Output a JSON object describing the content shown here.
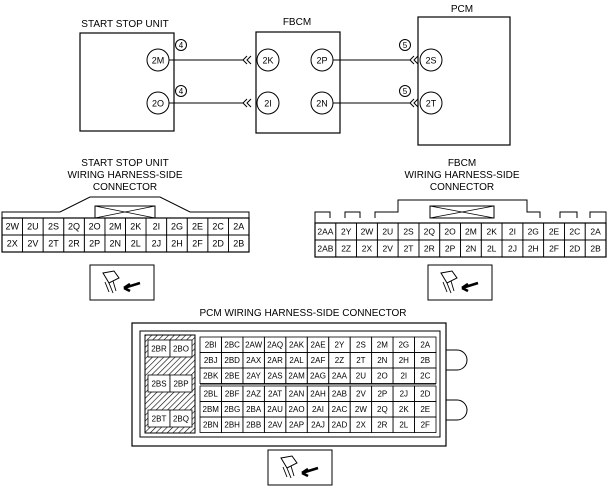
{
  "units": {
    "start_stop": "START STOP UNIT",
    "fbcm": "FBCM",
    "pcm": "PCM"
  },
  "wiring": {
    "start_stop_pins": [
      "2M",
      "2O"
    ],
    "start_stop_wire_numbers": [
      "4",
      "4"
    ],
    "fbcm_left_pins": [
      "2K",
      "2I"
    ],
    "fbcm_right_pins": [
      "2P",
      "2N"
    ],
    "pcm_wire_numbers": [
      "5",
      "5"
    ],
    "pcm_pins": [
      "2S",
      "2T"
    ]
  },
  "connectors": {
    "start_stop": {
      "title": [
        "START STOP UNIT",
        "WIRING HARNESS-SIDE",
        "CONNECTOR"
      ],
      "rows": [
        [
          "2W",
          "2U",
          "2S",
          "2Q",
          "2O",
          "2M",
          "2K",
          "2I",
          "2G",
          "2E",
          "2C",
          "2A"
        ],
        [
          "2X",
          "2V",
          "2T",
          "2R",
          "2P",
          "2N",
          "2L",
          "2J",
          "2H",
          "2F",
          "2D",
          "2B"
        ]
      ]
    },
    "fbcm": {
      "title": [
        "FBCM",
        "WIRING HARNESS-SIDE",
        "CONNECTOR"
      ],
      "rows": [
        [
          "2AA",
          "2Y",
          "2W",
          "2U",
          "2S",
          "2Q",
          "2O",
          "2M",
          "2K",
          "2I",
          "2G",
          "2E",
          "2C",
          "2A"
        ],
        [
          "2AB",
          "2Z",
          "2X",
          "2V",
          "2T",
          "2R",
          "2P",
          "2N",
          "2L",
          "2J",
          "2H",
          "2F",
          "2D",
          "2B"
        ]
      ]
    },
    "pcm": {
      "title": "PCM WIRING HARNESS-SIDE CONNECTOR",
      "left_pins": [
        [
          "2BR",
          "2BO"
        ],
        [
          "2BS",
          "2BP"
        ],
        [
          "2BT",
          "2BQ"
        ]
      ],
      "upper_rows": [
        [
          "2BI",
          "2BC",
          "2AW",
          "2AQ",
          "2AK",
          "2AE",
          "2Y",
          "2S",
          "2M",
          "2G",
          "2A"
        ],
        [
          "2BJ",
          "2BD",
          "2AX",
          "2AR",
          "2AL",
          "2AF",
          "2Z",
          "2T",
          "2N",
          "2H",
          "2B"
        ],
        [
          "2BK",
          "2BE",
          "2AY",
          "2AS",
          "2AM",
          "2AG",
          "2AA",
          "2U",
          "2O",
          "2I",
          "2C"
        ]
      ],
      "lower_rows": [
        [
          "2BL",
          "2BF",
          "2AZ",
          "2AT",
          "2AN",
          "2AH",
          "2AB",
          "2V",
          "2P",
          "2J",
          "2D"
        ],
        [
          "2BM",
          "2BG",
          "2BA",
          "2AU",
          "2AO",
          "2AI",
          "2AC",
          "2W",
          "2Q",
          "2K",
          "2E"
        ],
        [
          "2BN",
          "2BH",
          "2BB",
          "2AV",
          "2AP",
          "2AJ",
          "2AD",
          "2X",
          "2R",
          "2L",
          "2F"
        ]
      ]
    }
  },
  "icons": [
    "connector-view-icon",
    "connector-view-icon",
    "connector-view-icon"
  ]
}
